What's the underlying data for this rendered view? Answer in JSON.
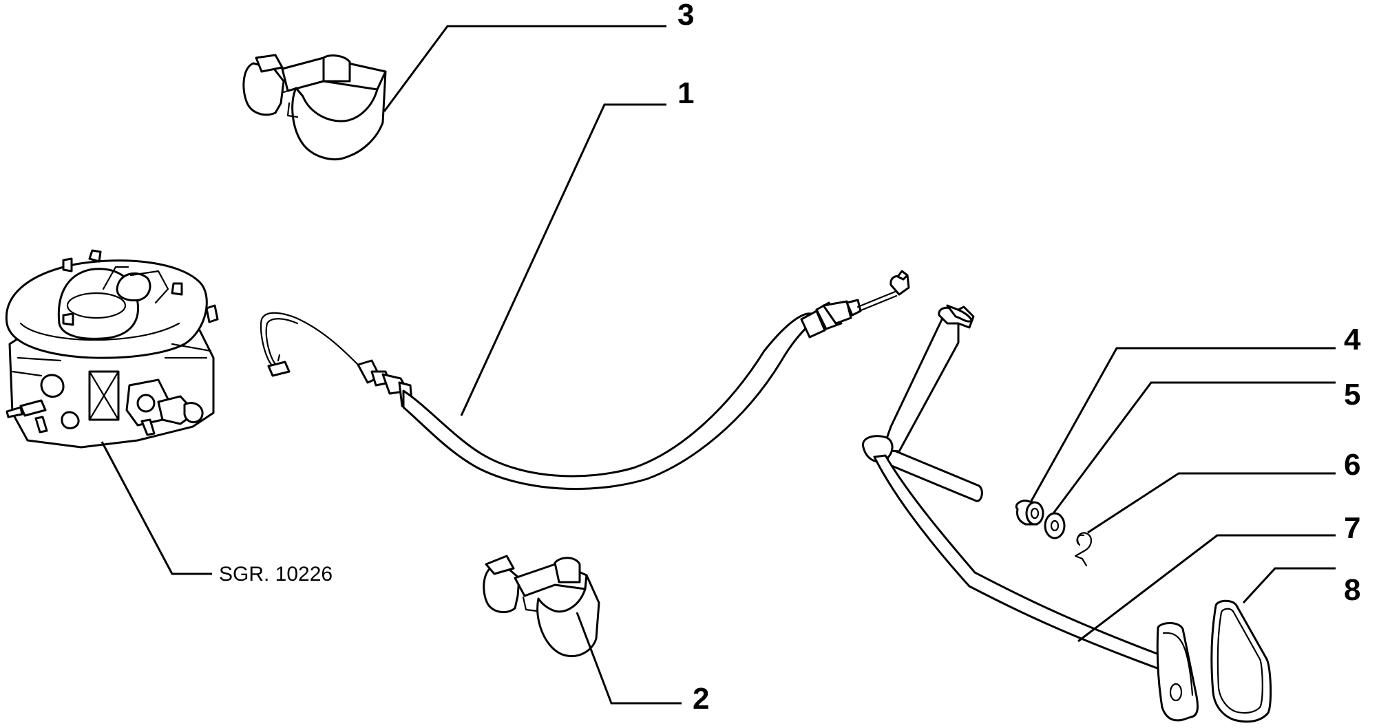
{
  "diagram": {
    "callouts": [
      {
        "id": "1",
        "label": "1"
      },
      {
        "id": "2",
        "label": "2"
      },
      {
        "id": "3",
        "label": "3"
      },
      {
        "id": "4",
        "label": "4"
      },
      {
        "id": "5",
        "label": "5"
      },
      {
        "id": "6",
        "label": "6"
      },
      {
        "id": "7",
        "label": "7"
      },
      {
        "id": "8",
        "label": "8"
      }
    ],
    "reference_label": "SGR. 10226"
  }
}
